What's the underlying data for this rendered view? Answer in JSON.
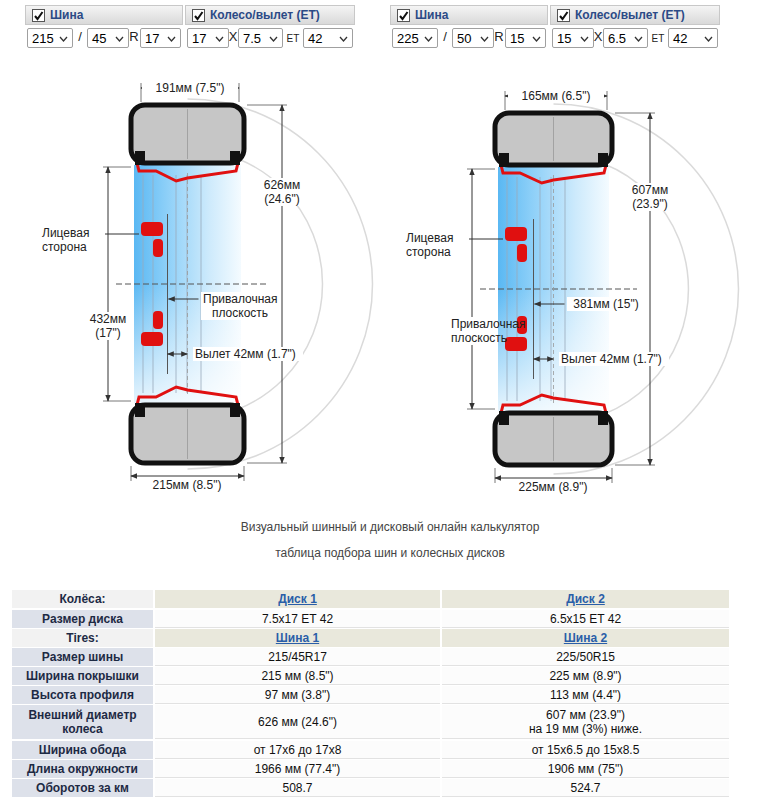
{
  "diagram": {
    "nodes": [
      {
        "text": [
          "Шина"
        ]
      },
      {
        "text": [
          "Колесо/вылет (ET)"
        ]
      },
      {
        "text": [
          "215"
        ]
      },
      {
        "text": [
          "45"
        ]
      },
      {
        "text": [
          "17"
        ]
      },
      {
        "text": [
          "17"
        ]
      },
      {
        "text": [
          "7.5"
        ]
      },
      {
        "text": [
          "42"
        ]
      },
      {
        "text": [
          "Шина"
        ]
      },
      {
        "text": [
          "Колесо/вылет (ET)"
        ]
      },
      {
        "text": [
          "225"
        ]
      },
      {
        "text": [
          "50"
        ]
      },
      {
        "text": [
          "15"
        ]
      },
      {
        "text": [
          "15"
        ]
      },
      {
        "text": [
          "6.5"
        ]
      },
      {
        "text": [
          "42"
        ]
      }
    ],
    "labels": [
      "/",
      "R",
      "X",
      "ET",
      "/",
      "R",
      "X",
      "ET",
      "191мм (7.5\")",
      "626мм (24.6\")",
      "Лицевая сторона",
      "Привалочная плоскость",
      "432мм (17\")",
      "Вылет 42мм (1.7\")",
      "215мм (8.5\")",
      "165мм (6.5\")",
      "607мм (23.9\")",
      "Лицевая сторона",
      "381мм (15\")",
      "Привалочная плоскость",
      "Вылет 42мм (1.7\")",
      "225мм (8.9\")",
      "Визуальный шинный и дисковый онлайн калькулятор",
      "таблица подбора шин и колесных дисков",
      "Колёса:",
      "Диск 1",
      "Диск 2",
      "Размер диска",
      "7.5x17 ET 42",
      "6.5x15 ET 42",
      "Tires:",
      "Шина 1",
      "Шина 2",
      "Размер шины",
      "215/45R17",
      "225/50R15",
      "Ширина покрышки",
      "215 мм (8.5\")",
      "225 мм (8.9\")",
      "Высота профиля",
      "97 мм (3.8\")",
      "113 мм (4.4\")",
      "Внешний диаметр колеса",
      "626 мм (24.6\")",
      "607 мм (23.9\")",
      "на 19 мм (3%) ниже.",
      "Ширина обода",
      "от 17x6 до 17x8",
      "от 15x6.5 до 15x8.5",
      "Длина окружности",
      "1966 мм (77.4\")",
      "1906 мм (75\")",
      "Оборотов за км",
      "508.7",
      "524.7"
    ]
  }
}
